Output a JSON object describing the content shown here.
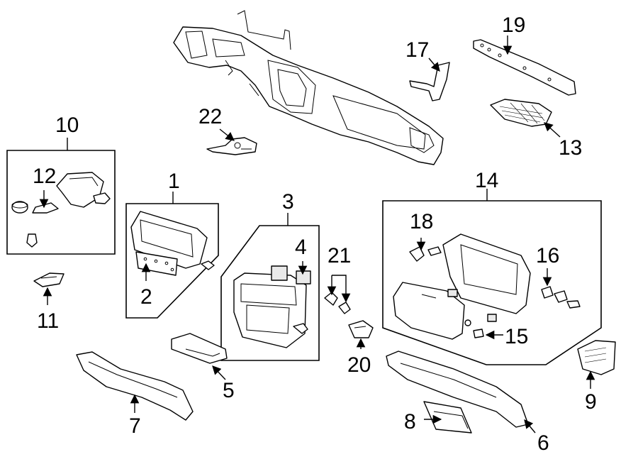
{
  "callouts": {
    "c1": "1",
    "c2": "2",
    "c3": "3",
    "c4": "4",
    "c5": "5",
    "c6": "6",
    "c7": "7",
    "c8": "8",
    "c9": "9",
    "c10": "10",
    "c11": "11",
    "c12": "12",
    "c13": "13",
    "c14": "14",
    "c15": "15",
    "c16": "16",
    "c17": "17",
    "c18": "18",
    "c19": "19",
    "c20": "20",
    "c21": "21",
    "c22": "22"
  },
  "colors": {
    "line": "#000000",
    "background": "#ffffff",
    "part_shade": "#e9e9e9"
  }
}
